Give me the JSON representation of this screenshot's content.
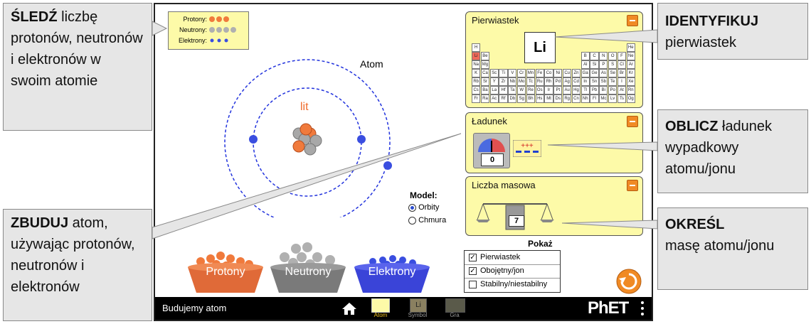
{
  "callouts": {
    "track": {
      "bold": "ŚLEDŹ",
      "text": " liczbę protonów, neutronów i elektronów w swoim atomie"
    },
    "build": {
      "bold": "ZBUDUJ",
      "text": " atom, używając protonów, neutronów i elektronów"
    },
    "identify": {
      "bold": "IDENTYFIKUJ",
      "text": " pierwiastek"
    },
    "calculate": {
      "bold": "OBLICZ",
      "text": " ładunek wypadkowy atomu/jonu"
    },
    "determine": {
      "bold": "OKREŚL",
      "text": " masę atomu/jonu"
    }
  },
  "legend": {
    "protons": "Protony:",
    "neutrons": "Neutrony:",
    "electrons": "Elektrony:"
  },
  "atom": {
    "label": "Atom",
    "element_name": "lit"
  },
  "model": {
    "title": "Model:",
    "options": [
      "Orbity",
      "Chmura"
    ],
    "selected": "Orbity"
  },
  "buckets": {
    "protons": "Protony",
    "neutrons": "Neutrony",
    "electrons": "Elektrony"
  },
  "element_panel": {
    "title": "Pierwiastek",
    "symbol": "Li"
  },
  "charge_panel": {
    "title": "Ładunek",
    "value": "0"
  },
  "mass_panel": {
    "title": "Liczba masowa",
    "value": "7"
  },
  "show": {
    "title": "Pokaż",
    "items": [
      {
        "label": "Pierwiastek",
        "checked": true
      },
      {
        "label": "Obojętny/jon",
        "checked": true
      },
      {
        "label": "Stabilny/niestabilny",
        "checked": false
      }
    ]
  },
  "navbar": {
    "title": "Budujemy atom",
    "tabs": [
      "Atom",
      "Symbol",
      "Gra"
    ],
    "selected": "Atom",
    "logo": "PhET"
  },
  "periodic_table": [
    [
      "H",
      "",
      "",
      "",
      "",
      "",
      "",
      "",
      "",
      "",
      "",
      "",
      "",
      "",
      "",
      "",
      "",
      "He"
    ],
    [
      "Li",
      "Be",
      "",
      "",
      "",
      "",
      "",
      "",
      "",
      "",
      "",
      "",
      "B",
      "C",
      "N",
      "O",
      "F",
      "Ne"
    ],
    [
      "Na",
      "Mg",
      "",
      "",
      "",
      "",
      "",
      "",
      "",
      "",
      "",
      "",
      "Al",
      "Si",
      "P",
      "S",
      "Cl",
      "Ar"
    ],
    [
      "K",
      "Ca",
      "Sc",
      "Ti",
      "V",
      "Cr",
      "Mn",
      "Fe",
      "Co",
      "Ni",
      "Cu",
      "Zn",
      "Ga",
      "Ge",
      "As",
      "Se",
      "Br",
      "Kr"
    ],
    [
      "Rb",
      "Sr",
      "Y",
      "Zr",
      "Nb",
      "Mo",
      "Tc",
      "Ru",
      "Rh",
      "Pd",
      "Ag",
      "Cd",
      "In",
      "Sn",
      "Sb",
      "Te",
      "I",
      "Xe"
    ],
    [
      "Cs",
      "Ba",
      "La",
      "Hf",
      "Ta",
      "W",
      "Re",
      "Os",
      "Ir",
      "Pt",
      "Au",
      "Hg",
      "Tl",
      "Pb",
      "Bi",
      "Po",
      "At",
      "Rn"
    ],
    [
      "Fr",
      "Ra",
      "Ac",
      "Rf",
      "Db",
      "Sg",
      "Bh",
      "Hs",
      "Mt",
      "Ds",
      "Rg",
      "Cn",
      "Nh",
      "Fl",
      "Mc",
      "Lv",
      "Ts",
      "Og"
    ]
  ],
  "colors": {
    "proton": "#f07a3c",
    "neutron": "#a8a8a8",
    "electron": "#3a4ee0",
    "panel": "#fdfaa8",
    "accent": "#f08a24",
    "highlight": "#f06a5a"
  }
}
